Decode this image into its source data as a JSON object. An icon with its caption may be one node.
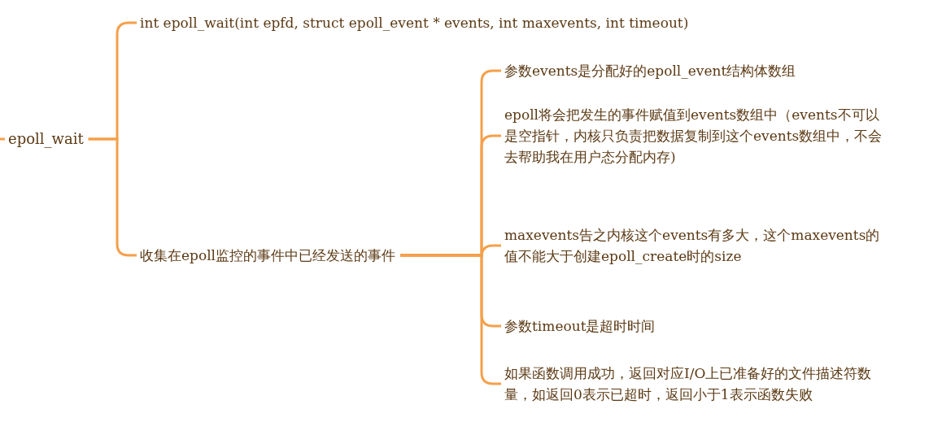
{
  "diagram": {
    "nodes": [
      {
        "text": [
          "epoll_wait"
        ]
      },
      {
        "text": [
          "int epoll_wait(int epfd, struct epoll_event * events, int maxevents, int timeout)"
        ]
      },
      {
        "text": [
          "收集在epoll监控的事件中已经发送的事件"
        ]
      },
      {
        "text": [
          "参数events是分配好的epoll_event结构体数组"
        ]
      },
      {
        "text": [
          "epoll将会把发生的事件赋值到events数组中（events不可以是空指针，内核只负责把数据复制到这个events数组中，不会去帮助我在用户态分配内存)"
        ]
      },
      {
        "text": [
          "maxevents告之内核这个events有多大，这个maxevents的值不能大于创建epoll_create时的size"
        ]
      },
      {
        "text": [
          "参数timeout是超时时间"
        ]
      },
      {
        "text": [
          "如果函数调用成功，返回对应I/O上已准备好的文件描述符数量，如返回0表示已超时，返回小于1表示函数失败"
        ]
      }
    ],
    "edges": [
      {
        "from": null,
        "to": 0,
        "arrow": "none"
      },
      {
        "from": 0,
        "to": 1,
        "arrow": "none"
      },
      {
        "from": 0,
        "to": 2,
        "arrow": "none"
      },
      {
        "from": 2,
        "to": 3,
        "arrow": "none"
      },
      {
        "from": 2,
        "to": 4,
        "arrow": "none"
      },
      {
        "from": 2,
        "to": 5,
        "arrow": "none"
      },
      {
        "from": 2,
        "to": 6,
        "arrow": "none"
      },
      {
        "from": 2,
        "to": 7,
        "arrow": "none"
      }
    ]
  }
}
